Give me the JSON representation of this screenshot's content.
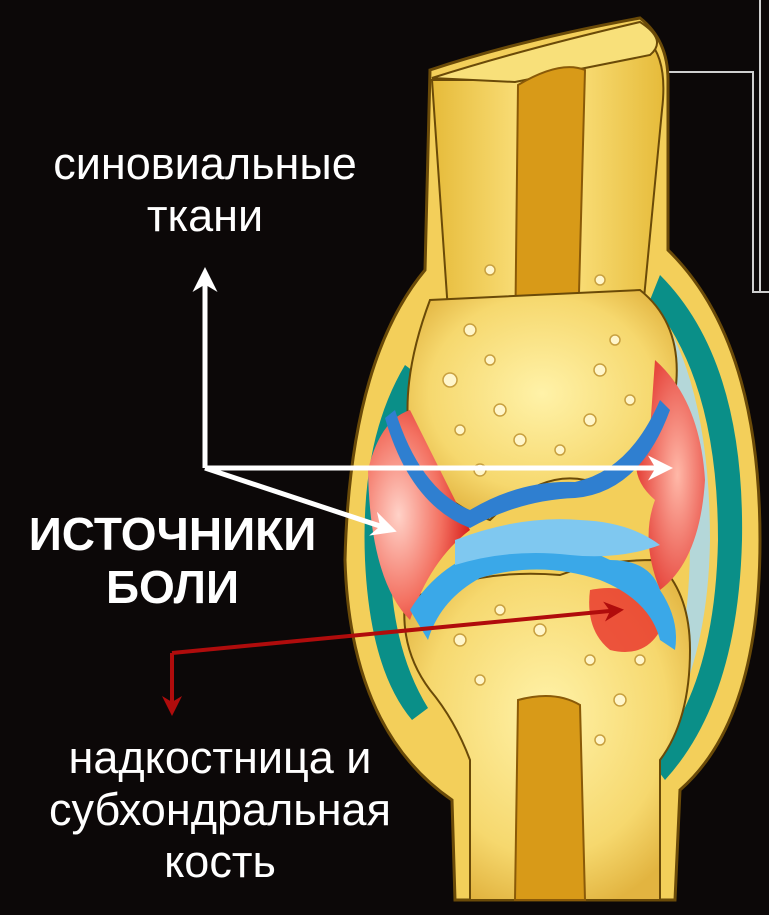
{
  "labels": {
    "synovial": [
      "синовиальные",
      "ткани"
    ],
    "pain_sources": [
      "ИСТОЧНИКИ",
      "БОЛИ"
    ],
    "periosteum": [
      "надкостница и",
      "субхондральная",
      "кость"
    ]
  },
  "colors": {
    "background": "#0c0808",
    "bone": "#f6d86e",
    "bone_outline": "#7a5a10",
    "marrow": "#d99a18",
    "cartilage": "#3a8fd8",
    "synovium": "#008a8a",
    "inflammation": "#e8302a",
    "arrow_white": "#ffffff",
    "arrow_red": "#b00c0c",
    "callout_line": "#ffffff"
  }
}
